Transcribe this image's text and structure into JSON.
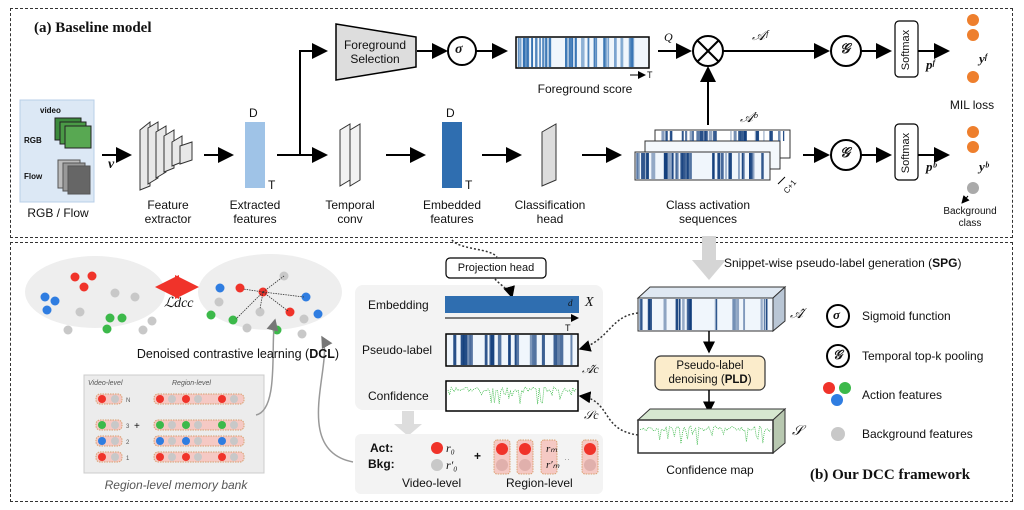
{
  "baseline": {
    "title": "(a) Baseline model",
    "input": {
      "video_label": "video",
      "rgb_label": "RGB",
      "flow_label": "Flow",
      "caption": "RGB / Flow",
      "var": "v"
    },
    "feature_extractor": "Feature extractor",
    "extracted_features": {
      "caption": "Extracted features",
      "dim_d": "D",
      "dim_t": "T"
    },
    "temporal_conv": "Temporal conv",
    "embedded_features": {
      "caption": "Embedded features",
      "dim_d": "D",
      "dim_t": "T"
    },
    "classification_head": "Classification head",
    "cas": {
      "caption": "Class activation sequences",
      "symbol": "𝒜ᵇ",
      "dim": "C+1"
    },
    "foreground_selection": "Foreground Selection",
    "sigma": "σ",
    "foreground_score": {
      "caption": "Foreground score",
      "axis": "T",
      "symbol": "Q"
    },
    "multiply": "⊗",
    "af_symbol": "𝒜ᶠ",
    "pool_symbol": "𝒢",
    "softmax": "Softmax",
    "pf": "pᶠ",
    "pb": "pᵇ",
    "yf": "yᶠ",
    "yb": "yᵇ",
    "mil_loss": "MIL loss",
    "background_class": "Background class"
  },
  "dcc": {
    "title": "(b) Our DCC framework",
    "loss_symbol": "ℒdcc",
    "dcl_caption_prefix": "Denoised contrastive learning (",
    "dcl_caption_bold": "DCL",
    "dcl_caption_suffix": ")",
    "memory_bank": {
      "caption": "Region-level memory bank",
      "video_level": "Video-level",
      "region_level": "Region-level",
      "rows": [
        "N",
        "3",
        "2",
        "1"
      ],
      "plus": "+"
    },
    "projection_head": "Projection head",
    "embedding": {
      "label": "Embedding",
      "dim": "d",
      "symbol": "X",
      "axis": "T"
    },
    "pseudo_label": {
      "label": "Pseudo-label",
      "symbol": "𝒜̂c"
    },
    "confidence": {
      "label": "Confidence",
      "symbol": "𝒮c"
    },
    "act_label": "Act:",
    "bkg_label": "Bkg:",
    "r0": "r₀",
    "r0p": "r′₀",
    "rm": "rₘ",
    "rmp": "r′ₘ",
    "video_level": "Video-level",
    "region_level": "Region-level",
    "spg_prefix": "Snippet-wise pseudo-label generation (",
    "spg_bold": "SPG",
    "spg_suffix": ")",
    "a_hat": "𝒜̂",
    "pld_line1": "Pseudo-label",
    "pld_line2_prefix": "denoising (",
    "pld_line2_bold": "PLD",
    "pld_line2_suffix": ")",
    "s_symbol": "𝒮",
    "confidence_map": "Confidence map"
  },
  "legend": [
    {
      "icon": "sigma-icon",
      "symbol": "σ",
      "label": "Sigmoid function"
    },
    {
      "icon": "pooling-icon",
      "symbol": "𝒢",
      "label": "Temporal top-k pooling"
    },
    {
      "icon": "action-features-icon",
      "label": "Action features"
    },
    {
      "icon": "background-features-icon",
      "label": "Background features"
    }
  ],
  "colors": {
    "red": "#f0332a",
    "green": "#3cb94a",
    "blue": "#2f7de1",
    "gray": "#c8c8c8",
    "orange": "#ee7f2d",
    "navy": "#123e7c",
    "steel": "#2f6eb0",
    "light_blue": "#9fc3e7",
    "pld_fill": "#fbeccb",
    "conf_green": "#3cb94a"
  }
}
